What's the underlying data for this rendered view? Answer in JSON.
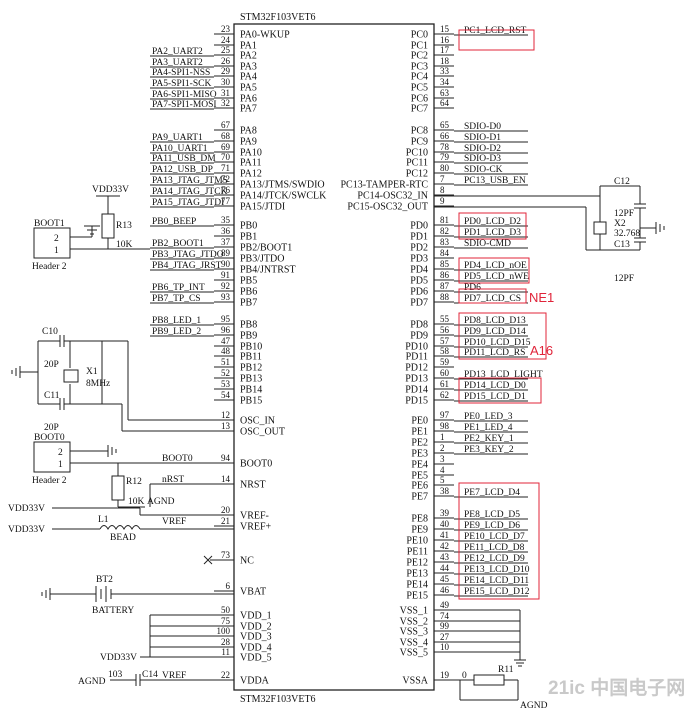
{
  "chip": {
    "part_top": "STM32F103VET6",
    "part_bottom": "STM32F103VET6",
    "left_pins": [
      {
        "num": "23",
        "name": "PA0-WKUP",
        "net": ""
      },
      {
        "num": "24",
        "name": "PA1",
        "net": ""
      },
      {
        "num": "25",
        "name": "PA2",
        "net": "PA2_UART2"
      },
      {
        "num": "26",
        "name": "PA3",
        "net": "PA3_UART2"
      },
      {
        "num": "29",
        "name": "PA4",
        "net": "PA4-SPI1-NSS"
      },
      {
        "num": "30",
        "name": "PA5",
        "net": "PA5-SPI1-SCK"
      },
      {
        "num": "31",
        "name": "PA6",
        "net": "PA6-SPI1-MISO"
      },
      {
        "num": "32",
        "name": "PA7",
        "net": "PA7-SPI1-MOSI"
      },
      {
        "num": "67",
        "name": "PA8",
        "net": ""
      },
      {
        "num": "68",
        "name": "PA9",
        "net": "PA9_UART1"
      },
      {
        "num": "69",
        "name": "PA10",
        "net": "PA10_UART1"
      },
      {
        "num": "70",
        "name": "PA11",
        "net": "PA11_USB_DM"
      },
      {
        "num": "71",
        "name": "PA12",
        "net": "PA12_USB_DP"
      },
      {
        "num": "72",
        "name": "PA13/JTMS/SWDIO",
        "net": "PA13_JTAG_JTMS"
      },
      {
        "num": "76",
        "name": "PA14/JTCK/SWCLK",
        "net": "PA14_JTAG_JTCK"
      },
      {
        "num": "77",
        "name": "PA15/JTDI",
        "net": "PA15_JTAG_JTDI"
      },
      {
        "num": "35",
        "name": "PB0",
        "net": "PB0_BEEP"
      },
      {
        "num": "36",
        "name": "PB1",
        "net": ""
      },
      {
        "num": "37",
        "name": "PB2/BOOT1",
        "net": "PB2_BOOT1"
      },
      {
        "num": "89",
        "name": "PB3/JTDO",
        "net": "PB3_JTAG_JTDO"
      },
      {
        "num": "90",
        "name": "PB4/JNTRST",
        "net": "PB4_JTAG_JRST"
      },
      {
        "num": "91",
        "name": "PB5",
        "net": ""
      },
      {
        "num": "92",
        "name": "PB6",
        "net": "PB6_TP_INT"
      },
      {
        "num": "93",
        "name": "PB7",
        "net": "PB7_TP_CS"
      },
      {
        "num": "95",
        "name": "PB8",
        "net": "PB8_LED_1"
      },
      {
        "num": "96",
        "name": "PB9",
        "net": "PB9_LED_2"
      },
      {
        "num": "47",
        "name": "PB10",
        "net": ""
      },
      {
        "num": "48",
        "name": "PB11",
        "net": ""
      },
      {
        "num": "51",
        "name": "PB12",
        "net": ""
      },
      {
        "num": "52",
        "name": "PB13",
        "net": ""
      },
      {
        "num": "53",
        "name": "PB14",
        "net": ""
      },
      {
        "num": "54",
        "name": "PB15",
        "net": ""
      },
      {
        "num": "12",
        "name": "OSC_IN",
        "net": ""
      },
      {
        "num": "13",
        "name": "OSC_OUT",
        "net": ""
      },
      {
        "num": "94",
        "name": "BOOT0",
        "net": "BOOT0"
      },
      {
        "num": "14",
        "name": "NRST",
        "net": "nRST"
      },
      {
        "num": "20",
        "name": "VREF-",
        "net": ""
      },
      {
        "num": "21",
        "name": "VREF+",
        "net": "VREF"
      },
      {
        "num": "73",
        "name": "NC",
        "net": ""
      },
      {
        "num": "6",
        "name": "VBAT",
        "net": ""
      },
      {
        "num": "50",
        "name": "VDD_1",
        "net": ""
      },
      {
        "num": "75",
        "name": "VDD_2",
        "net": ""
      },
      {
        "num": "100",
        "name": "VDD_3",
        "net": ""
      },
      {
        "num": "28",
        "name": "VDD_4",
        "net": ""
      },
      {
        "num": "11",
        "name": "VDD_5",
        "net": ""
      },
      {
        "num": "22",
        "name": "VDDA",
        "net": "VREF"
      }
    ],
    "right_pins": [
      {
        "num": "15",
        "name": "PC0",
        "net": "PC1_LCD_RST"
      },
      {
        "num": "16",
        "name": "PC1",
        "net": ""
      },
      {
        "num": "17",
        "name": "PC2",
        "net": ""
      },
      {
        "num": "18",
        "name": "PC3",
        "net": ""
      },
      {
        "num": "33",
        "name": "PC4",
        "net": ""
      },
      {
        "num": "34",
        "name": "PC5",
        "net": ""
      },
      {
        "num": "63",
        "name": "PC6",
        "net": ""
      },
      {
        "num": "64",
        "name": "PC7",
        "net": ""
      },
      {
        "num": "65",
        "name": "PC8",
        "net": "SDIO-D0"
      },
      {
        "num": "66",
        "name": "PC9",
        "net": "SDIO-D1"
      },
      {
        "num": "78",
        "name": "PC10",
        "net": "SDIO-D2"
      },
      {
        "num": "79",
        "name": "PC11",
        "net": "SDIO-D3"
      },
      {
        "num": "80",
        "name": "PC12",
        "net": "SDIO-CK"
      },
      {
        "num": "7",
        "name": "PC13-TAMPER-RTC",
        "net": "PC13_USB_EN"
      },
      {
        "num": "8",
        "name": "PC14-OSC32_IN",
        "net": ""
      },
      {
        "num": "9",
        "name": "PC15-OSC32_OUT",
        "net": ""
      },
      {
        "num": "81",
        "name": "PD0",
        "net": "PD0_LCD_D2"
      },
      {
        "num": "82",
        "name": "PD1",
        "net": "PD1_LCD_D3"
      },
      {
        "num": "83",
        "name": "PD2",
        "net": "SDIO-CMD"
      },
      {
        "num": "84",
        "name": "PD3",
        "net": ""
      },
      {
        "num": "85",
        "name": "PD4",
        "net": "PD4_LCD_nOE"
      },
      {
        "num": "86",
        "name": "PD5",
        "net": "PD5_LCD_nWE"
      },
      {
        "num": "87",
        "name": "PD6",
        "net": "PD6"
      },
      {
        "num": "88",
        "name": "PD7",
        "net": "PD7_LCD_CS"
      },
      {
        "num": "55",
        "name": "PD8",
        "net": "PD8_LCD_D13"
      },
      {
        "num": "56",
        "name": "PD9",
        "net": "PD9_LCD_D14"
      },
      {
        "num": "57",
        "name": "PD10",
        "net": "PD10_LCD_D15"
      },
      {
        "num": "58",
        "name": "PD11",
        "net": "PD11_LCD_RS"
      },
      {
        "num": "59",
        "name": "PD12",
        "net": ""
      },
      {
        "num": "60",
        "name": "PD13",
        "net": "PD13_LCD_LIGHT"
      },
      {
        "num": "61",
        "name": "PD14",
        "net": "PD14_LCD_D0"
      },
      {
        "num": "62",
        "name": "PD15",
        "net": "PD15_LCD_D1"
      },
      {
        "num": "97",
        "name": "PE0",
        "net": "PE0_LED_3"
      },
      {
        "num": "98",
        "name": "PE1",
        "net": "PE1_LED_4"
      },
      {
        "num": "1",
        "name": "PE2",
        "net": "PE2_KEY_1"
      },
      {
        "num": "2",
        "name": "PE3",
        "net": "PE3_KEY_2"
      },
      {
        "num": "3",
        "name": "PE4",
        "net": ""
      },
      {
        "num": "4",
        "name": "PE5",
        "net": ""
      },
      {
        "num": "5",
        "name": "PE6",
        "net": ""
      },
      {
        "num": "38",
        "name": "PE7",
        "net": "PE7_LCD_D4"
      },
      {
        "num": "39",
        "name": "PE8",
        "net": "PE8_LCD_D5"
      },
      {
        "num": "40",
        "name": "PE9",
        "net": "PE9_LCD_D6"
      },
      {
        "num": "41",
        "name": "PE10",
        "net": "PE10_LCD_D7"
      },
      {
        "num": "42",
        "name": "PE11",
        "net": "PE11_LCD_D8"
      },
      {
        "num": "43",
        "name": "PE12",
        "net": "PE12_LCD_D9"
      },
      {
        "num": "44",
        "name": "PE13",
        "net": "PE13_LCD_D10"
      },
      {
        "num": "45",
        "name": "PE14",
        "net": "PE14_LCD_D11"
      },
      {
        "num": "46",
        "name": "PE15",
        "net": "PE15_LCD_D12"
      },
      {
        "num": "49",
        "name": "VSS_1",
        "net": ""
      },
      {
        "num": "74",
        "name": "VSS_2",
        "net": ""
      },
      {
        "num": "99",
        "name": "VSS_3",
        "net": ""
      },
      {
        "num": "27",
        "name": "VSS_4",
        "net": ""
      },
      {
        "num": "10",
        "name": "VSS_5",
        "net": ""
      },
      {
        "num": "19",
        "name": "VSSA",
        "net": ""
      }
    ]
  },
  "components": {
    "boot1_header": {
      "ref": "BOOT1",
      "type": "Header 2",
      "pin1": "1",
      "pin2": "2"
    },
    "boot0_header": {
      "ref": "BOOT0",
      "type": "Header 2",
      "pin1": "1",
      "pin2": "2"
    },
    "r13": {
      "ref": "R13",
      "value": "10K",
      "supply": "VDD33V"
    },
    "r12": {
      "ref": "R12",
      "value": "10K",
      "gnd": "AGND"
    },
    "c10": {
      "ref": "C10",
      "value": "20P"
    },
    "c11": {
      "ref": "C11",
      "value": "20P"
    },
    "x1": {
      "ref": "X1",
      "value": "8MHz"
    },
    "c12": {
      "ref": "C12",
      "value": "12PF"
    },
    "c13": {
      "ref": "C13",
      "value": "12PF"
    },
    "x2": {
      "ref": "X2",
      "value": "32.768"
    },
    "l1": {
      "ref": "L1",
      "value": "BEAD"
    },
    "bt2": {
      "ref": "BT2",
      "value": "BATTERY"
    },
    "c14": {
      "ref": "C14",
      "value": "103"
    },
    "r11": {
      "ref": "R11",
      "value": "0"
    },
    "vdd1": "VDD33V",
    "vdd2": "VDD33V",
    "vdd3": "VDD33V",
    "agnd1": "AGND",
    "agnd2": "AGND"
  },
  "annotations": {
    "ne1": "NE1",
    "a16": "A16"
  },
  "watermark": "21ic 中国电子网",
  "colors": {
    "highlight": "#e0243a",
    "wire": "#222222",
    "watermark": "#c9c9c9"
  }
}
